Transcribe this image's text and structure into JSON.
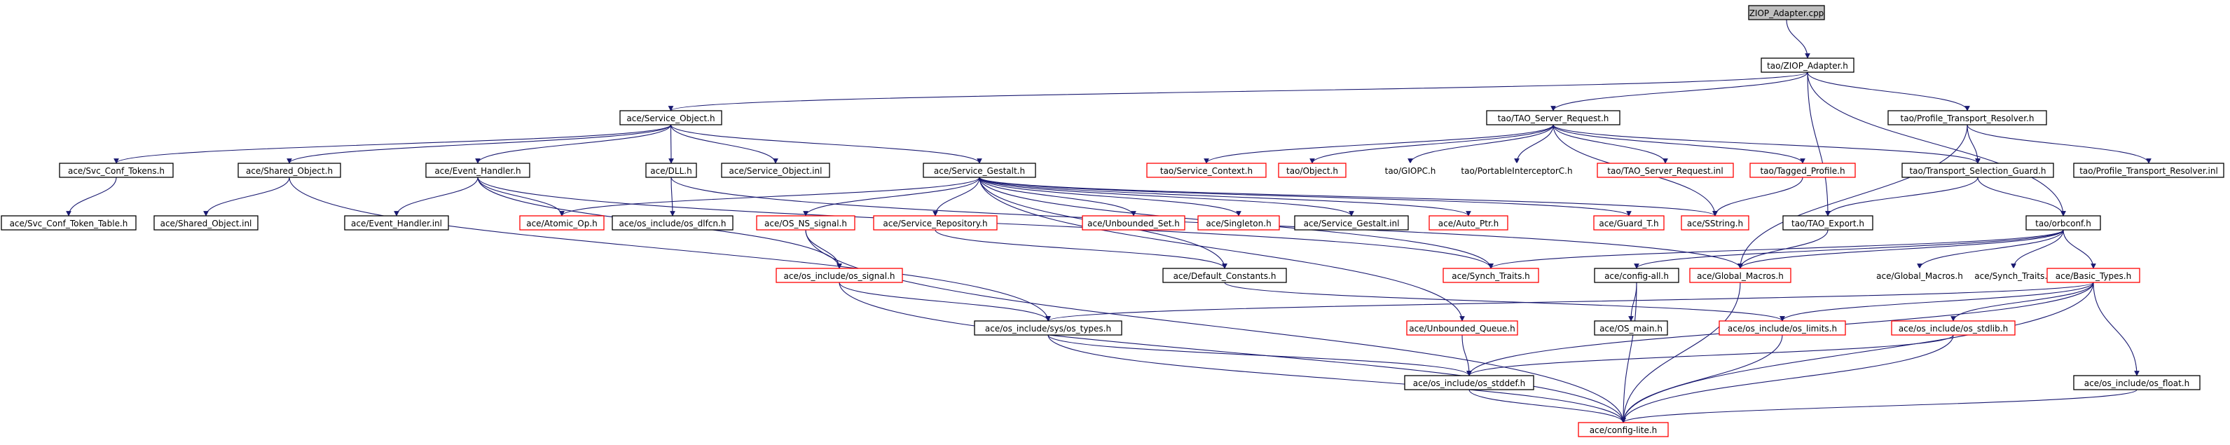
{
  "colors": {
    "edge": "#191970",
    "root_fill": "#bfbfbf",
    "node_border": "#000000",
    "missing_border": "#ff0000",
    "text": "#000000"
  },
  "nodes": [
    {
      "id": "root",
      "label": "ZIOP_Adapter.cpp",
      "kind": "root"
    },
    {
      "id": "ziop_h",
      "label": "tao/ZIOP_Adapter.h",
      "kind": "normal"
    },
    {
      "id": "service_object_h",
      "label": "ace/Service_Object.h",
      "kind": "normal"
    },
    {
      "id": "tao_server_request_h",
      "label": "tao/TAO_Server_Request.h",
      "kind": "normal"
    },
    {
      "id": "profile_transport_resolver_h",
      "label": "tao/Profile_Transport_Resolver.h",
      "kind": "normal"
    },
    {
      "id": "svc_conf_tokens_h",
      "label": "ace/Svc_Conf_Tokens.h",
      "kind": "normal"
    },
    {
      "id": "shared_object_h",
      "label": "ace/Shared_Object.h",
      "kind": "normal"
    },
    {
      "id": "event_handler_h",
      "label": "ace/Event_Handler.h",
      "kind": "normal"
    },
    {
      "id": "dll_h",
      "label": "ace/DLL.h",
      "kind": "normal"
    },
    {
      "id": "service_object_inl",
      "label": "ace/Service_Object.inl",
      "kind": "normal"
    },
    {
      "id": "service_gestalt_h",
      "label": "ace/Service_Gestalt.h",
      "kind": "normal"
    },
    {
      "id": "service_context_h",
      "label": "tao/Service_Context.h",
      "kind": "missing"
    },
    {
      "id": "object_h",
      "label": "tao/Object.h",
      "kind": "missing"
    },
    {
      "id": "giopc_h",
      "label": "tao/GIOPC.h",
      "kind": "plain"
    },
    {
      "id": "portable_interceptorc_h",
      "label": "tao/PortableInterceptorC.h",
      "kind": "plain"
    },
    {
      "id": "tao_server_request_inl",
      "label": "tao/TAO_Server_Request.inl",
      "kind": "missing"
    },
    {
      "id": "tagged_profile_h",
      "label": "tao/Tagged_Profile.h",
      "kind": "missing"
    },
    {
      "id": "transport_selection_guard_h",
      "label": "tao/Transport_Selection_Guard.h",
      "kind": "normal"
    },
    {
      "id": "profile_transport_resolver_inl",
      "label": "tao/Profile_Transport_Resolver.inl",
      "kind": "normal"
    },
    {
      "id": "svc_conf_token_table_h",
      "label": "ace/Svc_Conf_Token_Table.h",
      "kind": "normal"
    },
    {
      "id": "shared_object_inl",
      "label": "ace/Shared_Object.inl",
      "kind": "normal"
    },
    {
      "id": "event_handler_inl",
      "label": "ace/Event_Handler.inl",
      "kind": "normal"
    },
    {
      "id": "atomic_op_h",
      "label": "ace/Atomic_Op.h",
      "kind": "missing"
    },
    {
      "id": "os_dlfcn_h",
      "label": "ace/os_include/os_dlfcn.h",
      "kind": "normal"
    },
    {
      "id": "os_ns_signal_h",
      "label": "ace/OS_NS_signal.h",
      "kind": "missing"
    },
    {
      "id": "service_repository_h",
      "label": "ace/Service_Repository.h",
      "kind": "missing"
    },
    {
      "id": "unbounded_set_h",
      "label": "ace/Unbounded_Set.h",
      "kind": "missing"
    },
    {
      "id": "singleton_h",
      "label": "ace/Singleton.h",
      "kind": "missing"
    },
    {
      "id": "service_gestalt_inl",
      "label": "ace/Service_Gestalt.inl",
      "kind": "normal"
    },
    {
      "id": "auto_ptr_h",
      "label": "ace/Auto_Ptr.h",
      "kind": "missing"
    },
    {
      "id": "guard_t_h",
      "label": "ace/Guard_T.h",
      "kind": "missing"
    },
    {
      "id": "sstring_h",
      "label": "ace/SString.h",
      "kind": "missing"
    },
    {
      "id": "tao_export_h",
      "label": "tao/TAO_Export.h",
      "kind": "normal"
    },
    {
      "id": "orbconf_h",
      "label": "tao/orbconf.h",
      "kind": "normal"
    },
    {
      "id": "os_signal_h",
      "label": "ace/os_include/os_signal.h",
      "kind": "missing"
    },
    {
      "id": "default_constants_h",
      "label": "ace/Default_Constants.h",
      "kind": "normal"
    },
    {
      "id": "synch_traits_h",
      "label": "ace/Synch_Traits.h",
      "kind": "missing"
    },
    {
      "id": "config_all_h",
      "label": "ace/config-all.h",
      "kind": "normal"
    },
    {
      "id": "global_macros_h",
      "label": "ace/Global_Macros.h",
      "kind": "missing"
    },
    {
      "id": "ace_global_macros_plain",
      "label": "ace/Global_Macros.h",
      "kind": "plain"
    },
    {
      "id": "ace_synch_traits_plain",
      "label": "ace/Synch_Traits.h",
      "kind": "plain"
    },
    {
      "id": "basic_types_h",
      "label": "ace/Basic_Types.h",
      "kind": "missing"
    },
    {
      "id": "os_types_h",
      "label": "ace/os_include/sys/os_types.h",
      "kind": "normal"
    },
    {
      "id": "unbounded_queue_h",
      "label": "ace/Unbounded_Queue.h",
      "kind": "missing"
    },
    {
      "id": "os_main_h",
      "label": "ace/OS_main.h",
      "kind": "normal"
    },
    {
      "id": "os_limits_h",
      "label": "ace/os_include/os_limits.h",
      "kind": "missing"
    },
    {
      "id": "os_stdlib_h",
      "label": "ace/os_include/os_stdlib.h",
      "kind": "missing"
    },
    {
      "id": "os_stddef_h",
      "label": "ace/os_include/os_stddef.h",
      "kind": "normal"
    },
    {
      "id": "os_float_h",
      "label": "ace/os_include/os_float.h",
      "kind": "normal"
    },
    {
      "id": "config_lite_h",
      "label": "ace/config-lite.h",
      "kind": "missing"
    }
  ],
  "edges": [
    [
      "root",
      "ziop_h"
    ],
    [
      "ziop_h",
      "service_object_h"
    ],
    [
      "ziop_h",
      "tao_server_request_h"
    ],
    [
      "ziop_h",
      "profile_transport_resolver_h"
    ],
    [
      "ziop_h",
      "tao_export_h"
    ],
    [
      "ziop_h",
      "orbconf_h"
    ],
    [
      "service_object_h",
      "svc_conf_tokens_h"
    ],
    [
      "service_object_h",
      "shared_object_h"
    ],
    [
      "service_object_h",
      "event_handler_h"
    ],
    [
      "service_object_h",
      "dll_h"
    ],
    [
      "service_object_h",
      "service_object_inl"
    ],
    [
      "service_object_h",
      "service_gestalt_h"
    ],
    [
      "svc_conf_tokens_h",
      "svc_conf_token_table_h"
    ],
    [
      "shared_object_h",
      "shared_object_inl"
    ],
    [
      "shared_object_h",
      "os_types_h"
    ],
    [
      "event_handler_h",
      "event_handler_inl"
    ],
    [
      "event_handler_h",
      "atomic_op_h"
    ],
    [
      "event_handler_h",
      "os_signal_h"
    ],
    [
      "event_handler_h",
      "synch_traits_h"
    ],
    [
      "dll_h",
      "os_dlfcn_h"
    ],
    [
      "dll_h",
      "global_macros_h"
    ],
    [
      "service_gestalt_h",
      "atomic_op_h"
    ],
    [
      "service_gestalt_h",
      "os_ns_signal_h"
    ],
    [
      "service_gestalt_h",
      "service_repository_h"
    ],
    [
      "service_gestalt_h",
      "unbounded_set_h"
    ],
    [
      "service_gestalt_h",
      "singleton_h"
    ],
    [
      "service_gestalt_h",
      "service_gestalt_inl"
    ],
    [
      "service_gestalt_h",
      "auto_ptr_h"
    ],
    [
      "service_gestalt_h",
      "guard_t_h"
    ],
    [
      "service_gestalt_h",
      "sstring_h"
    ],
    [
      "service_gestalt_h",
      "default_constants_h"
    ],
    [
      "service_gestalt_h",
      "synch_traits_h"
    ],
    [
      "service_gestalt_h",
      "unbounded_queue_h"
    ],
    [
      "tao_server_request_h",
      "service_context_h"
    ],
    [
      "tao_server_request_h",
      "object_h"
    ],
    [
      "tao_server_request_h",
      "giopc_h"
    ],
    [
      "tao_server_request_h",
      "portable_interceptorc_h"
    ],
    [
      "tao_server_request_h",
      "tao_server_request_inl"
    ],
    [
      "tao_server_request_h",
      "tagged_profile_h"
    ],
    [
      "tao_server_request_h",
      "sstring_h"
    ],
    [
      "tao_server_request_h",
      "transport_selection_guard_h"
    ],
    [
      "profile_transport_resolver_h",
      "transport_selection_guard_h"
    ],
    [
      "profile_transport_resolver_h",
      "profile_transport_resolver_inl"
    ],
    [
      "profile_transport_resolver_h",
      "global_macros_h"
    ],
    [
      "transport_selection_guard_h",
      "tao_export_h"
    ],
    [
      "transport_selection_guard_h",
      "orbconf_h"
    ],
    [
      "tagged_profile_h",
      "sstring_h"
    ],
    [
      "tao_export_h",
      "global_macros_h"
    ],
    [
      "orbconf_h",
      "config_all_h"
    ],
    [
      "orbconf_h",
      "global_macros_h"
    ],
    [
      "orbconf_h",
      "ace_global_macros_plain"
    ],
    [
      "orbconf_h",
      "ace_synch_traits_plain"
    ],
    [
      "orbconf_h",
      "basic_types_h"
    ],
    [
      "orbconf_h",
      "synch_traits_h"
    ],
    [
      "os_ns_signal_h",
      "os_signal_h"
    ],
    [
      "os_ns_signal_h",
      "config_lite_h"
    ],
    [
      "service_repository_h",
      "default_constants_h"
    ],
    [
      "os_signal_h",
      "os_types_h"
    ],
    [
      "os_signal_h",
      "config_lite_h"
    ],
    [
      "default_constants_h",
      "os_limits_h"
    ],
    [
      "config_all_h",
      "os_main_h"
    ],
    [
      "config_all_h",
      "config_lite_h"
    ],
    [
      "global_macros_h",
      "config_lite_h"
    ],
    [
      "basic_types_h",
      "os_types_h"
    ],
    [
      "basic_types_h",
      "os_limits_h"
    ],
    [
      "basic_types_h",
      "os_stdlib_h"
    ],
    [
      "basic_types_h",
      "os_float_h"
    ],
    [
      "basic_types_h",
      "os_stddef_h"
    ],
    [
      "basic_types_h",
      "config_lite_h"
    ],
    [
      "os_types_h",
      "os_stddef_h"
    ],
    [
      "os_types_h",
      "config_lite_h"
    ],
    [
      "unbounded_queue_h",
      "os_stddef_h"
    ],
    [
      "os_limits_h",
      "config_lite_h"
    ],
    [
      "os_stdlib_h",
      "os_stddef_h"
    ],
    [
      "os_stdlib_h",
      "config_lite_h"
    ],
    [
      "os_stddef_h",
      "config_lite_h"
    ],
    [
      "os_float_h",
      "config_lite_h"
    ]
  ]
}
